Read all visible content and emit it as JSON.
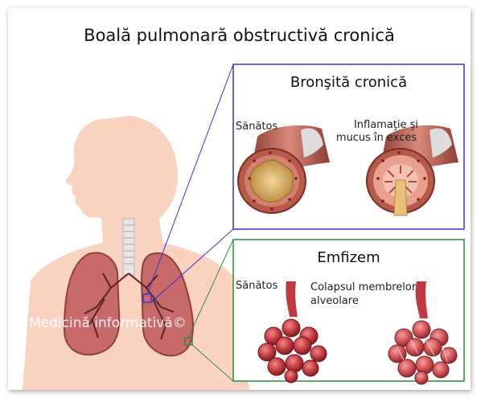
{
  "title": "Boală pulmonară obstructivă cronică",
  "watermark": "Medicină informativă©",
  "bronchitis": {
    "title": "Bronşită cronică",
    "healthy_label": "Sănătos",
    "inflamed_label_line1": "Inflamaţie şi",
    "inflamed_label_line2": "mucus în exces",
    "border_color": "#3a32c8"
  },
  "emphysema": {
    "title": "Emfizem",
    "healthy_label": "Sănătos",
    "collapse_label_line1": "Colapsul membrelor",
    "collapse_label_line2": "alveolare",
    "border_color": "#2e8b3e"
  },
  "colors": {
    "skin": "#f9d3bf",
    "lung": "#c96a6a",
    "bronchus": "#b65a4a",
    "mucus": "#e8c27a",
    "alveoli": "#c2393e"
  }
}
